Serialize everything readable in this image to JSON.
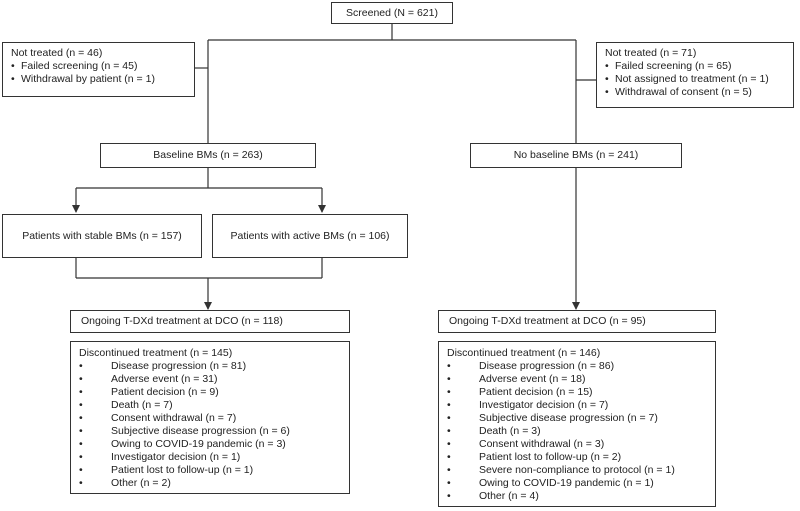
{
  "screened": "Screened (N = 621)",
  "left_not_treated": {
    "title": "Not treated (n = 46)",
    "items": [
      "Failed screening (n = 45)",
      "Withdrawal by patient (n = 1)"
    ]
  },
  "right_not_treated": {
    "title": "Not treated (n = 71)",
    "items": [
      "Failed screening (n = 65)",
      "Not assigned to treatment (n = 1)",
      "Withdrawal of consent (n = 5)"
    ]
  },
  "baseline_bms": "Baseline BMs (n = 263)",
  "no_baseline_bms": "No baseline BMs (n = 241)",
  "stable_bms": "Patients with stable BMs (n = 157)",
  "active_bms": "Patients with active BMs (n = 106)",
  "left_ongoing": "Ongoing T-DXd treatment at DCO (n = 118)",
  "right_ongoing": "Ongoing T-DXd treatment at DCO (n = 95)",
  "left_discontinued": {
    "title": "Discontinued treatment (n = 145)",
    "items": [
      "Disease progression (n = 81)",
      "Adverse event (n = 31)",
      "Patient decision (n = 9)",
      "Death (n = 7)",
      "Consent withdrawal (n = 7)",
      "Subjective disease progression (n = 6)",
      "Owing to COVID-19 pandemic (n = 3)",
      "Investigator decision (n = 1)",
      "Patient lost to follow-up (n = 1)",
      "Other (n = 2)"
    ]
  },
  "right_discontinued": {
    "title": "Discontinued treatment (n = 146)",
    "items": [
      "Disease progression (n = 86)",
      "Adverse event (n = 18)",
      "Patient decision (n = 15)",
      "Investigator decision (n = 7)",
      "Subjective disease progression (n = 7)",
      "Death (n = 3)",
      "Consent withdrawal (n = 3)",
      "Patient lost to follow-up (n = 2)",
      "Severe non-compliance to protocol (n = 1)",
      "Owing to COVID-19 pandemic (n = 1)",
      "Other (n  = 4)"
    ]
  },
  "bullet_char": "•"
}
